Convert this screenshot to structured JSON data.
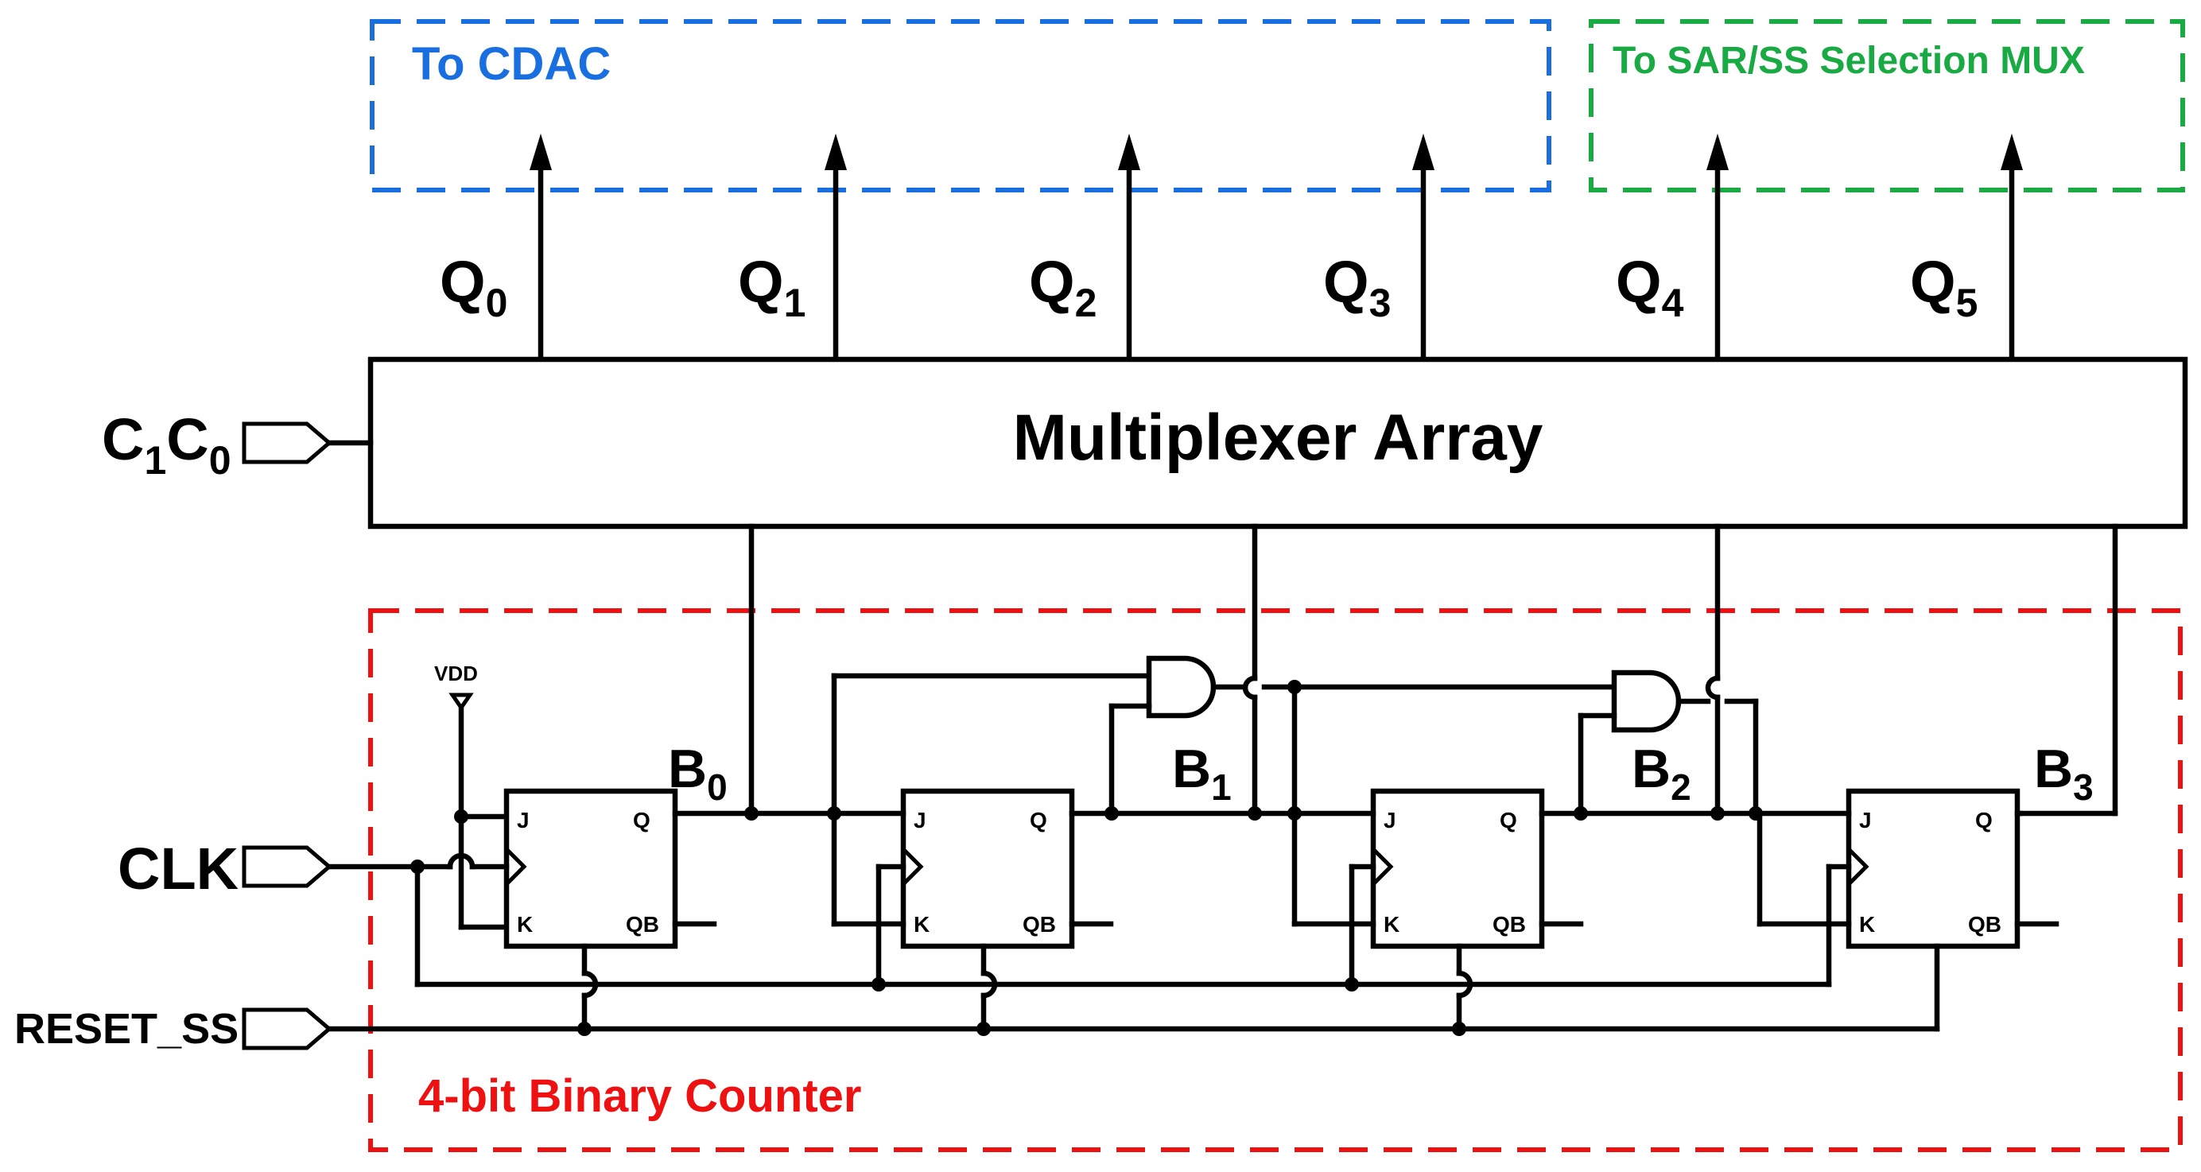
{
  "regions": {
    "cdac_label": "To CDAC",
    "mux_label": "To SAR/SS Selection MUX",
    "counter_label": "4-bit Binary Counter"
  },
  "mux_array_label": "Multiplexer Array",
  "outputs": [
    {
      "base": "Q",
      "sub": "0"
    },
    {
      "base": "Q",
      "sub": "1"
    },
    {
      "base": "Q",
      "sub": "2"
    },
    {
      "base": "Q",
      "sub": "3"
    },
    {
      "base": "Q",
      "sub": "4"
    },
    {
      "base": "Q",
      "sub": "5"
    }
  ],
  "select_input": {
    "c1": "C",
    "c1_sub": "1",
    "c0": "C",
    "c0_sub": "0"
  },
  "clk_label": "CLK",
  "reset_label": "RESET_SS",
  "vdd_label": "VDD",
  "bits": [
    {
      "base": "B",
      "sub": "0"
    },
    {
      "base": "B",
      "sub": "1"
    },
    {
      "base": "B",
      "sub": "2"
    },
    {
      "base": "B",
      "sub": "3"
    }
  ],
  "flipflop_pins": {
    "j": "J",
    "k": "K",
    "q": "Q",
    "qb": "QB"
  },
  "colors": {
    "cdac": "#1a6fe0",
    "mux": "#1aaa44",
    "counter": "#ee1111",
    "ink": "#000000"
  }
}
